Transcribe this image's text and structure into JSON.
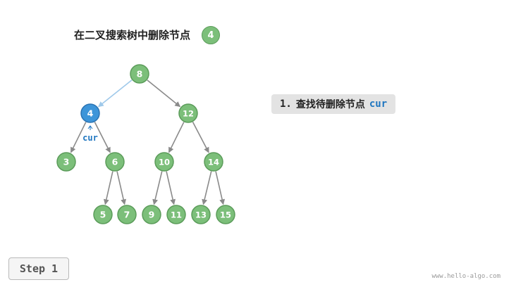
{
  "title": "在二叉搜索树中删除节点",
  "title_node": "4",
  "tree": {
    "nodes": [
      {
        "id": "8",
        "label": "8",
        "state": "normal"
      },
      {
        "id": "4",
        "label": "4",
        "state": "current"
      },
      {
        "id": "12",
        "label": "12",
        "state": "normal"
      },
      {
        "id": "3",
        "label": "3",
        "state": "normal"
      },
      {
        "id": "6",
        "label": "6",
        "state": "normal"
      },
      {
        "id": "10",
        "label": "10",
        "state": "normal"
      },
      {
        "id": "14",
        "label": "14",
        "state": "normal"
      },
      {
        "id": "5",
        "label": "5",
        "state": "normal"
      },
      {
        "id": "7",
        "label": "7",
        "state": "normal"
      },
      {
        "id": "9",
        "label": "9",
        "state": "normal"
      },
      {
        "id": "11",
        "label": "11",
        "state": "normal"
      },
      {
        "id": "13",
        "label": "13",
        "state": "normal"
      },
      {
        "id": "15",
        "label": "15",
        "state": "normal"
      }
    ],
    "edges": [
      {
        "from": "8",
        "to": "4",
        "highlight": true
      },
      {
        "from": "8",
        "to": "12",
        "highlight": false
      },
      {
        "from": "4",
        "to": "3",
        "highlight": false
      },
      {
        "from": "4",
        "to": "6",
        "highlight": false
      },
      {
        "from": "12",
        "to": "10",
        "highlight": false
      },
      {
        "from": "12",
        "to": "14",
        "highlight": false
      },
      {
        "from": "6",
        "to": "5",
        "highlight": false
      },
      {
        "from": "6",
        "to": "7",
        "highlight": false
      },
      {
        "from": "10",
        "to": "9",
        "highlight": false
      },
      {
        "from": "10",
        "to": "11",
        "highlight": false
      },
      {
        "from": "14",
        "to": "13",
        "highlight": false
      },
      {
        "from": "14",
        "to": "15",
        "highlight": false
      }
    ],
    "pointer": {
      "node": "4",
      "label": "cur"
    }
  },
  "step": {
    "number": "1.",
    "text": "查找待删除节点",
    "code": "cur"
  },
  "step_button": "Step 1",
  "footer": "www.hello-algo.com",
  "colors": {
    "node_fill": "#7cbf7a",
    "node_stroke": "#5b9c5a",
    "current_fill": "#3d95d9",
    "current_stroke": "#2a73b3",
    "edge": "#8a8a8a",
    "edge_highlight": "#9fc9ea",
    "pointer_text": "#1f76c0"
  }
}
